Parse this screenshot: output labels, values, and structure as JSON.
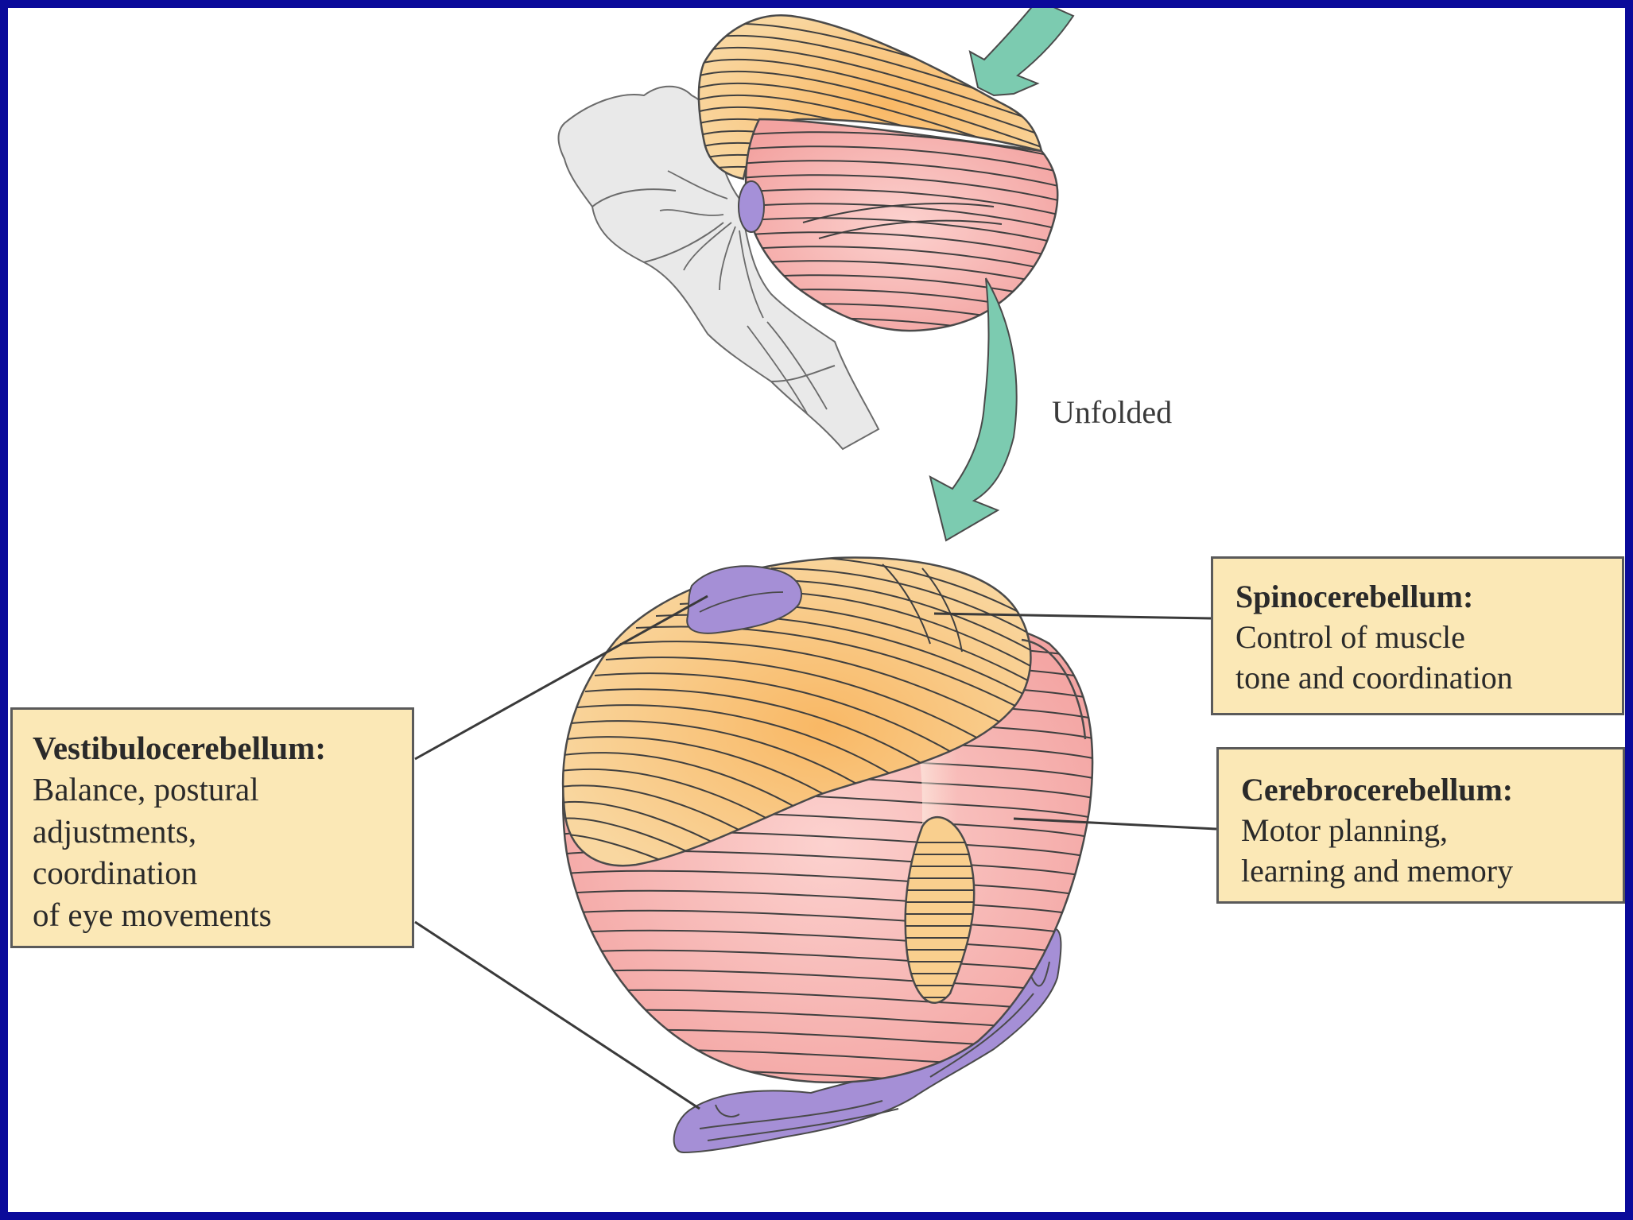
{
  "labels": {
    "unfolded": "Unfolded",
    "vestibulo": {
      "title": "Vestibulocerebellum:",
      "description": "Balance, postural\nadjustments,\ncoordination\nof eye movements"
    },
    "spino": {
      "title": "Spinocerebellum:",
      "description": "Control of muscle\ntone and coordination"
    },
    "cerebro": {
      "title": "Cerebrocerebellum:",
      "description": "Motor planning,\nlearning and memory"
    }
  },
  "colors": {
    "frame": "#0a0a9a",
    "spinocerebellum": "#f7c98a",
    "cerebrocerebellum": "#f6a9a6",
    "vestibulocerebellum": "#a58fd6",
    "brainstem": "#e8e8e8",
    "arrow": "#7ccbb0",
    "label_box": "#fbe8b6"
  }
}
